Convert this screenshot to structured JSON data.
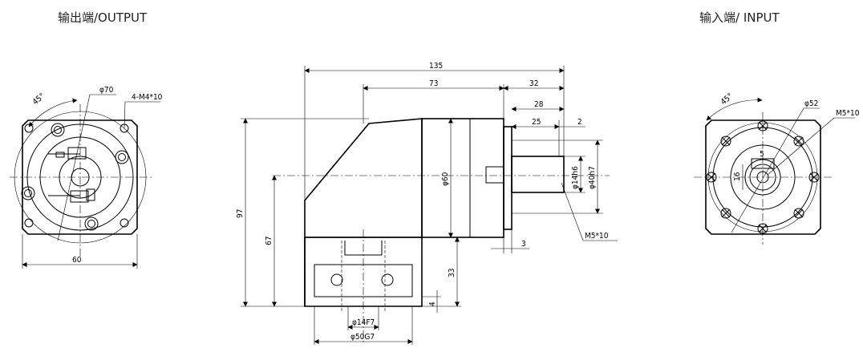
{
  "titles": {
    "output": "输出端/OUTPUT",
    "input": "输入端/ INPUT"
  },
  "output_view": {
    "angle": "45°",
    "bolt_circle": "φ70",
    "mount_holes": "4-M4*10",
    "width": "60"
  },
  "side_view": {
    "overall_length": "135",
    "body_length": "73",
    "input_length": "32",
    "shaft_length_28": "28",
    "shaft_length_25": "25",
    "shaft_offset_2": "2",
    "body_diameter": "φ60",
    "shaft_diameter": "φ14h6",
    "pilot_diameter": "φ40h7",
    "thread": "M5*10",
    "flange_3": "3",
    "height_97": "97",
    "height_67": "67",
    "height_33": "33",
    "height_4": "4",
    "bore_diameter": "φ14F7",
    "spigot_diameter": "φ50G7"
  },
  "input_view": {
    "angle": "45°",
    "bolt_circle": "φ52",
    "thread": "M5*10",
    "key_width": "16",
    "key_5": "5"
  }
}
